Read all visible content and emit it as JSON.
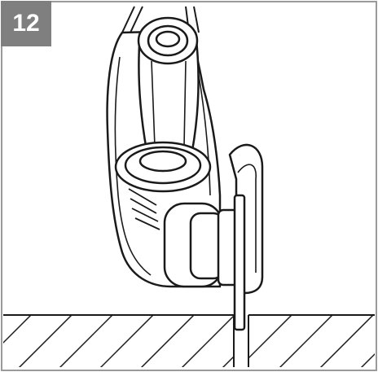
{
  "step": {
    "number": "12"
  },
  "colors": {
    "frame": "#9a9a9a",
    "badge_bg": "#7f7f7f",
    "badge_text": "#ffffff",
    "line": "#1a1a1a"
  },
  "illustration": {
    "subject": "angle-grinder-with-cutting-blade",
    "surface": "hatched-workpiece"
  }
}
